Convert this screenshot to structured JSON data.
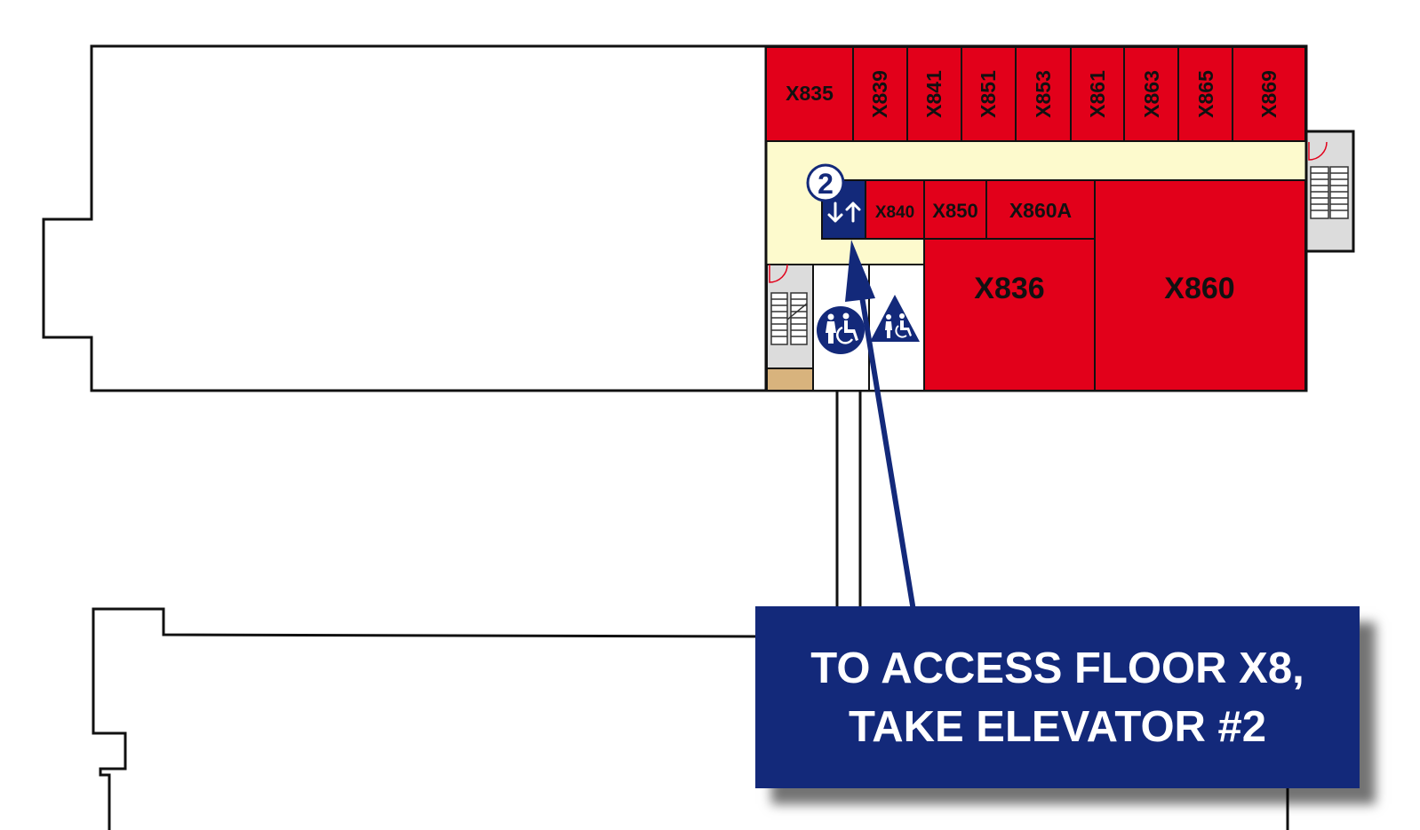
{
  "colors": {
    "room": "#e2001a",
    "corridor": "#fdfacd",
    "navy": "#13297a",
    "stair": "#dcdcdc",
    "tan": "#d8b37d",
    "outline": "#111111"
  },
  "rooms": {
    "x835": "X835",
    "x839": "X839",
    "x841": "X841",
    "x851": "X851",
    "x853": "X853",
    "x861": "X861",
    "x863": "X863",
    "x865": "X865",
    "x869": "X869",
    "x840": "X840",
    "x850": "X850",
    "x860a": "X860A",
    "x836": "X836",
    "x860": "X860"
  },
  "elevator": {
    "number": "2",
    "icon": "elevator-up-down-arrows-icon"
  },
  "icons": {
    "accessible_restroom": "accessible-restroom-circle-icon",
    "accessible_restroom_triangle": "accessible-restroom-triangle-icon",
    "stairs": "stairs-icon",
    "door_swing": "door-swing-icon"
  },
  "callout": {
    "line1": "TO ACCESS FLOOR X8,",
    "line2": "TAKE ELEVATOR #2"
  }
}
